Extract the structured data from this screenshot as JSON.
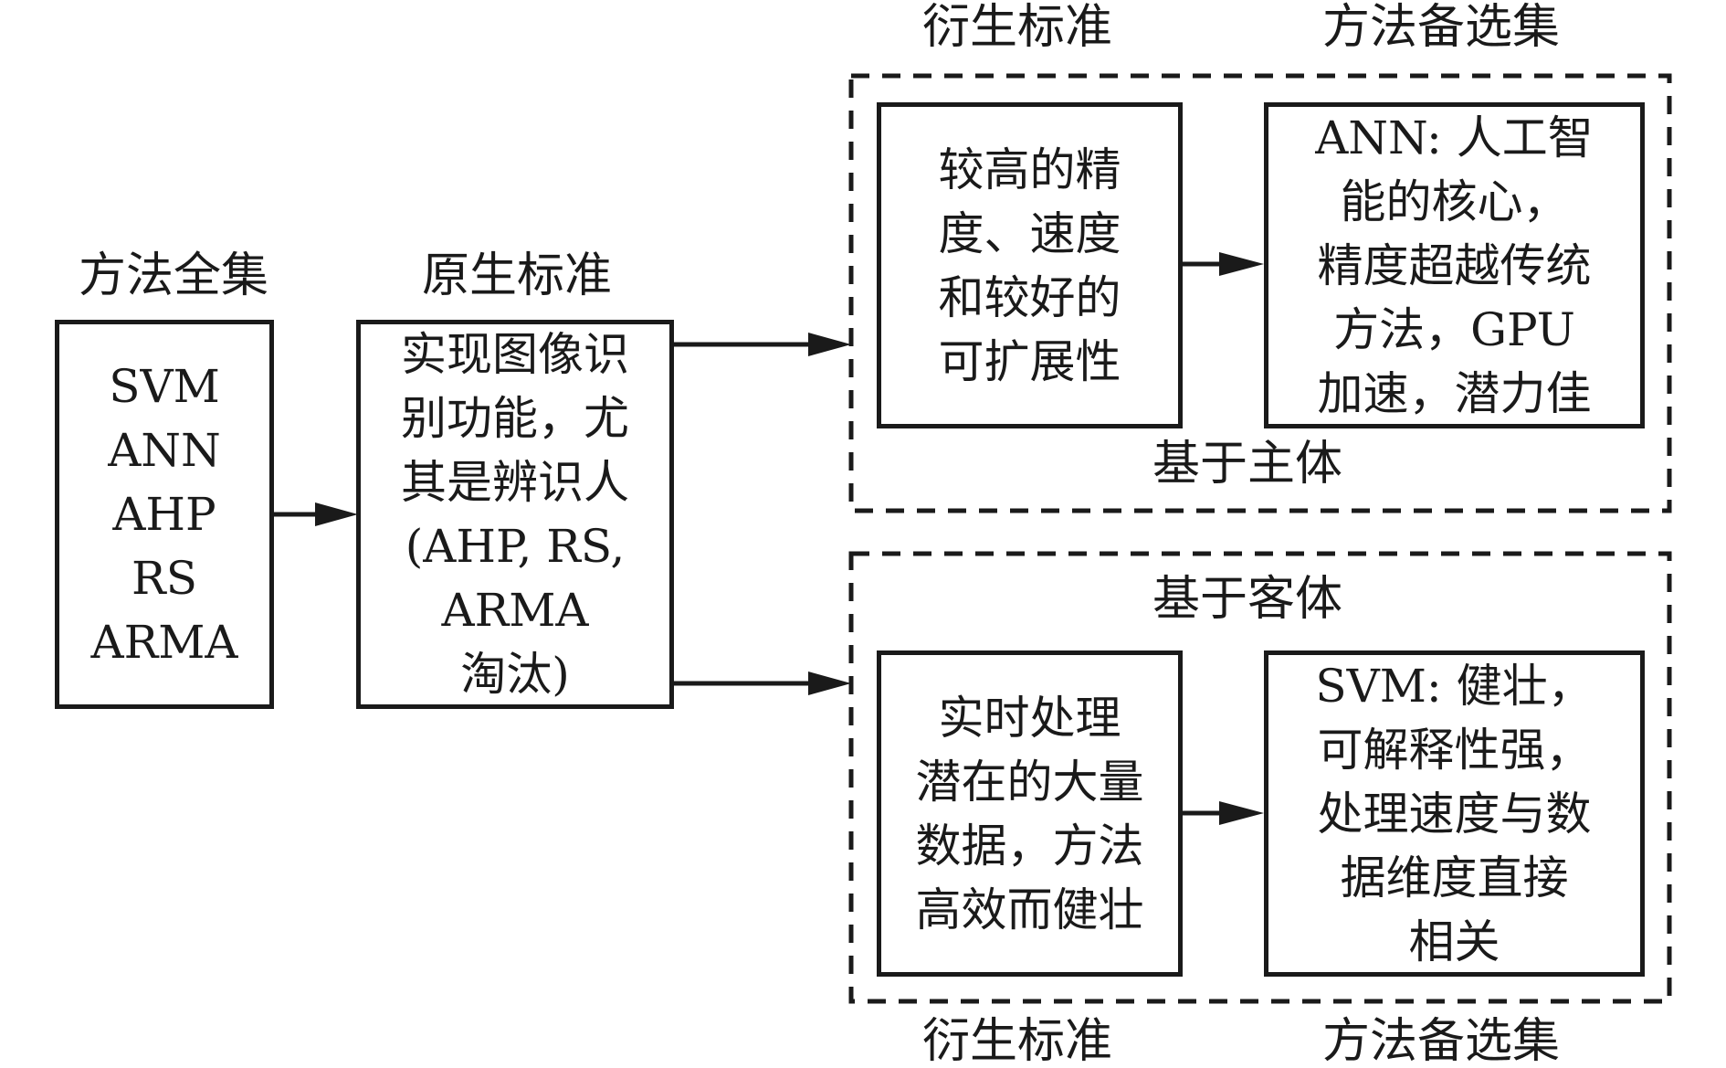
{
  "labels": {
    "full_set_heading": "方法全集",
    "native_criteria_heading": "原生标准",
    "derived_criteria_top": "衍生标准",
    "candidate_set_top": "方法备选集",
    "derived_criteria_bottom": "衍生标准",
    "candidate_set_bottom": "方法备选集",
    "subject_based": "基于主体",
    "object_based": "基于客体"
  },
  "full_set_box": {
    "lines": [
      "SVM",
      "ANN",
      "AHP",
      "RS",
      "ARMA"
    ]
  },
  "native_box": {
    "lines": [
      "实现图像识",
      "别功能，尤",
      "其是辨识人",
      "(AHP, RS,",
      "ARMA",
      "淘汰)"
    ]
  },
  "subject_group": {
    "criterion_box": {
      "lines": [
        "较高的精",
        "度、速度",
        "和较好的",
        "可扩展性"
      ]
    },
    "candidate_box": {
      "lines": [
        "ANN: 人工智",
        "能的核心，",
        "精度超越传统",
        "方法，GPU",
        "加速，潜力佳"
      ]
    }
  },
  "object_group": {
    "criterion_box": {
      "lines": [
        "实时处理",
        "潜在的大量",
        "数据，方法",
        "高效而健壮"
      ]
    },
    "candidate_box": {
      "lines": [
        "SVM: 健壮，",
        "可解释性强，",
        "处理速度与数",
        "据维度直接",
        "相关"
      ]
    }
  }
}
